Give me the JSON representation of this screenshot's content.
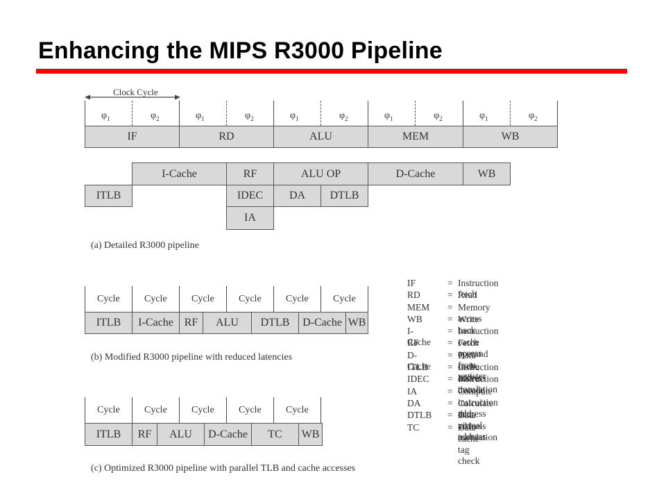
{
  "title": "Enhancing the MIPS R3000 Pipeline",
  "diagram_a": {
    "clock_cycle_label": "Clock Cycle",
    "phase1": "1",
    "phase2": "2",
    "stages": [
      "IF",
      "RD",
      "ALU",
      "MEM",
      "WB"
    ],
    "row1": [
      "I-Cache",
      "RF",
      "ALU OP",
      "D-Cache",
      "WB"
    ],
    "row2": [
      "ITLB",
      "IDEC",
      "DA",
      "DTLB"
    ],
    "row3": [
      "IA"
    ],
    "caption": "(a) Detailed R3000 pipeline"
  },
  "diagram_b": {
    "cycle_label": "Cycle",
    "stages": [
      "ITLB",
      "I-Cache",
      "RF",
      "ALU",
      "DTLB",
      "D-Cache",
      "WB"
    ],
    "caption": "(b) Modified R3000 pipeline with reduced latencies"
  },
  "diagram_c": {
    "cycle_label": "Cycle",
    "stages": [
      "ITLB",
      "RF",
      "ALU",
      "D-Cache",
      "TC",
      "WB"
    ],
    "caption": "(c) Optimized R3000 pipeline with parallel TLB and cache accesses"
  },
  "legend": [
    {
      "abbr": "IF",
      "desc": "Instruction fetch"
    },
    {
      "abbr": "RD",
      "desc": "Read"
    },
    {
      "abbr": "MEM",
      "desc": "Memory access"
    },
    {
      "abbr": "WB",
      "desc": "Write back"
    },
    {
      "abbr": "I-Cache",
      "desc": "Instruction cache access"
    },
    {
      "abbr": "RF",
      "desc": "Fetch operand from register"
    },
    {
      "abbr": "D-Cache",
      "desc": "Data cache access"
    },
    {
      "abbr": "ITLB",
      "desc": "Instruction address translation"
    },
    {
      "abbr": "IDEC",
      "desc": "Instruction decode"
    },
    {
      "abbr": "IA",
      "desc": "Compute instruction address"
    },
    {
      "abbr": "DA",
      "desc": "Calculate data virtual address"
    },
    {
      "abbr": "DTLB",
      "desc": "Data address translation"
    },
    {
      "abbr": "TC",
      "desc": "Data cache tag check"
    }
  ]
}
